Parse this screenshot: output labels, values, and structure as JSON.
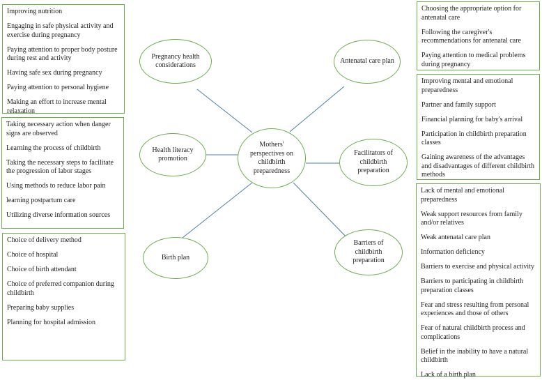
{
  "center": {
    "label": "Mothers' perspectives on childbirth preparedness"
  },
  "themes": [
    {
      "id": "pregnancy",
      "label": "Pregnancy health considerations",
      "items": [
        "Improving nutrition",
        "Engaging in safe physical activity and exercise during pregnancy",
        "Paying attention to proper body posture during rest and activity",
        "Having safe sex during pregnancy",
        "Paying attention to personal hygiene",
        "Making an effort to increase mental relaxation"
      ]
    },
    {
      "id": "health-literacy",
      "label": "Health literacy promotion",
      "items": [
        "Taking necessary action when danger signs are observed",
        "Learning the process of childbirth",
        "Taking the necessary steps to facilitate the progression of labor stages",
        "Using methods to reduce labor pain",
        "learning postpartum care",
        "Utilizing diverse information sources"
      ]
    },
    {
      "id": "birth-plan",
      "label": "Birth plan",
      "items": [
        "Choice of delivery method",
        "Choice of hospital",
        "Choice of birth attendant",
        "Choice of preferred companion during childbirth",
        "Preparing baby supplies",
        "Planning for hospital admission"
      ]
    },
    {
      "id": "antenatal",
      "label": "Antenatal care plan",
      "items": [
        "Choosing the appropriate option for antenatal care",
        "Following the caregiver's recommendations for antenatal care",
        "Paying attention to medical problems during pregnancy"
      ]
    },
    {
      "id": "facilitators",
      "label": "Facilitators of childbirth preparation",
      "items": [
        "Improving mental and emotional preparedness",
        "Partner and family support",
        "Financial planning for baby's arrival",
        "Participation in childbirth preparation classes",
        "Gaining awareness of the advantages and disadvantages of different childbirth methods"
      ]
    },
    {
      "id": "barriers",
      "label": "Barriers of childbirth preparation",
      "items": [
        "Lack of mental and emotional preparedness",
        "Weak support resources from family and/or relatives",
        "Weak antenatal care plan",
        "Information deficiency",
        "Barriers to exercise and physical activity",
        "Barriers to participating in childbirth preparation classes",
        "Fear and stress resulting from personal experiences and those of others",
        "Fear of natural childbirth process and complications",
        "Belief in the inability to have a natural childbirth",
        "Lack of a birth plan"
      ]
    }
  ],
  "colors": {
    "border": "#6aae4a",
    "connector": "#4a7fa8"
  }
}
